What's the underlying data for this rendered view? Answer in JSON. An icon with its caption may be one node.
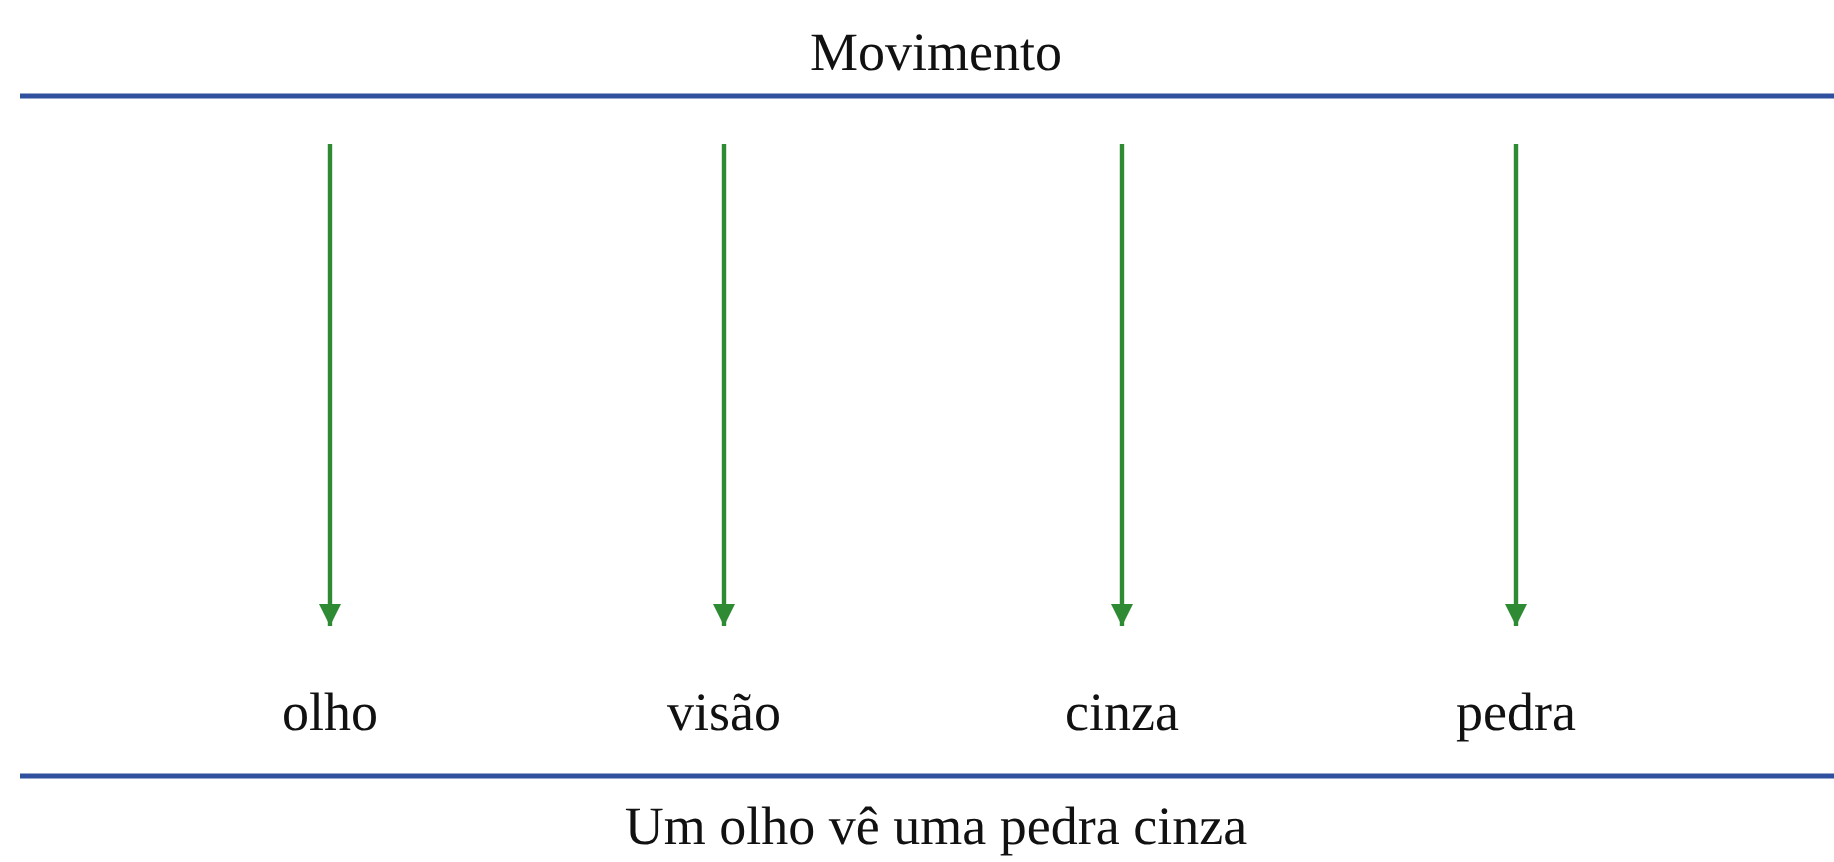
{
  "diagram": {
    "title": "Movimento",
    "caption": "Um olho vê uma pedra cinza",
    "nodes": [
      {
        "text": [
          "olho"
        ]
      },
      {
        "text": [
          "visão"
        ]
      },
      {
        "text": [
          "cinza"
        ]
      },
      {
        "text": [
          "pedra"
        ]
      }
    ],
    "edges": [
      {
        "from": null,
        "to": 0,
        "arrow": "to"
      },
      {
        "from": null,
        "to": 1,
        "arrow": "to"
      },
      {
        "from": null,
        "to": 2,
        "arrow": "to"
      },
      {
        "from": null,
        "to": 3,
        "arrow": "to"
      }
    ]
  }
}
